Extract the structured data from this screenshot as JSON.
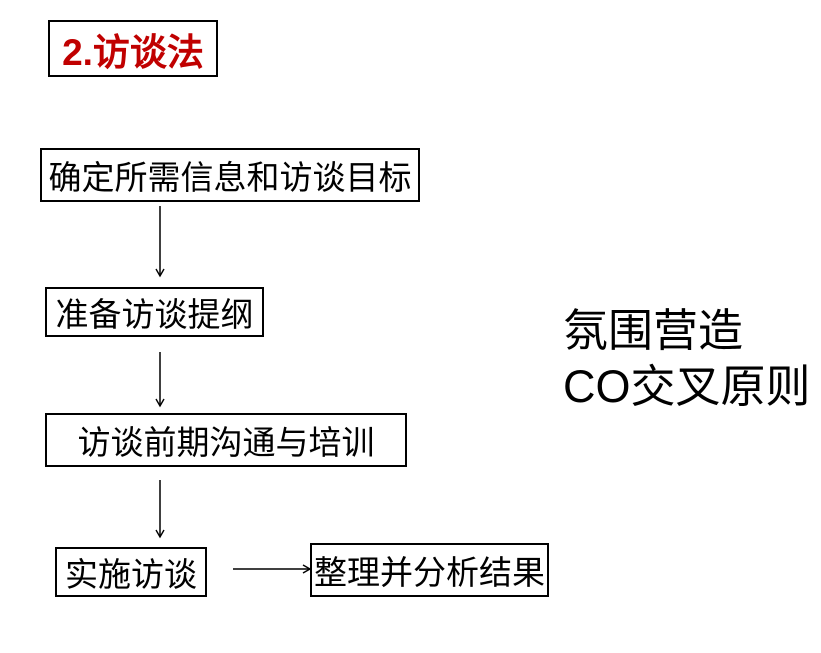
{
  "page": {
    "background_color": "#ffffff",
    "text_color": "#000000",
    "border_color": "#000000"
  },
  "title": {
    "label": "2.访谈法",
    "color": "#c00000"
  },
  "flowchart": {
    "steps": [
      {
        "id": "step-1",
        "label": "确定所需信息和访谈目标"
      },
      {
        "id": "step-2",
        "label": "准备访谈提纲"
      },
      {
        "id": "step-3",
        "label": "访谈前期沟通与培训"
      },
      {
        "id": "step-4",
        "label": "实施访谈"
      },
      {
        "id": "step-5",
        "label": "整理并分析结果"
      }
    ],
    "connections": [
      {
        "from": "step-1",
        "to": "step-2",
        "direction": "down"
      },
      {
        "from": "step-2",
        "to": "step-3",
        "direction": "down"
      },
      {
        "from": "step-3",
        "to": "step-4",
        "direction": "down"
      },
      {
        "from": "step-4",
        "to": "step-5",
        "direction": "right"
      }
    ]
  },
  "side_note": {
    "line1": "氛围营造",
    "line2": "CO交叉原则"
  }
}
